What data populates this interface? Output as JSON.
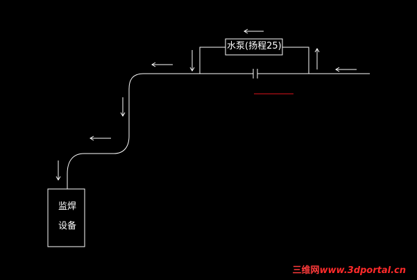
{
  "diagram": {
    "pump_label": "水泵(扬程25)",
    "equipment_label_line1": "监焊",
    "equipment_label_line2": "设备",
    "colors": {
      "background": "#000000",
      "lines": "#ffffff",
      "accent_line": "#e0141b",
      "watermark": "#ff2a2a"
    }
  },
  "watermark": {
    "chinese": "三维网",
    "url": "www.3dportal.cn"
  }
}
